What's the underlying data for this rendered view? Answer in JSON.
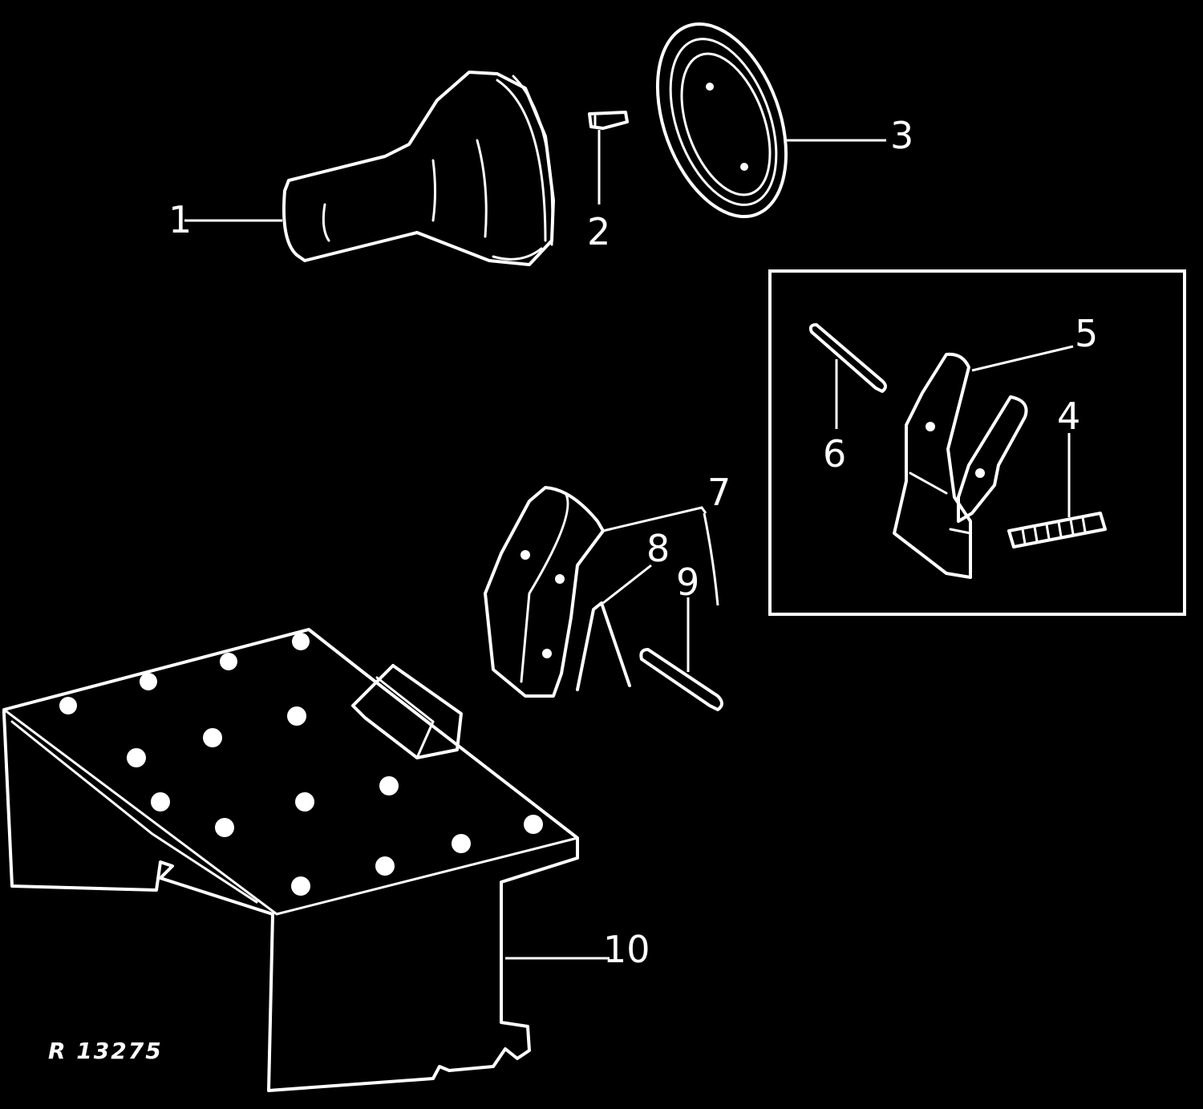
{
  "callouts": {
    "c1": "1",
    "c2": "2",
    "c3": "3",
    "c4": "4",
    "c5": "5",
    "c6": "6",
    "c7": "7",
    "c8": "8",
    "c9": "9",
    "c10": "10"
  },
  "figure_ref": "R 13275",
  "colors": {
    "background": "#000000",
    "line": "#ffffff"
  }
}
